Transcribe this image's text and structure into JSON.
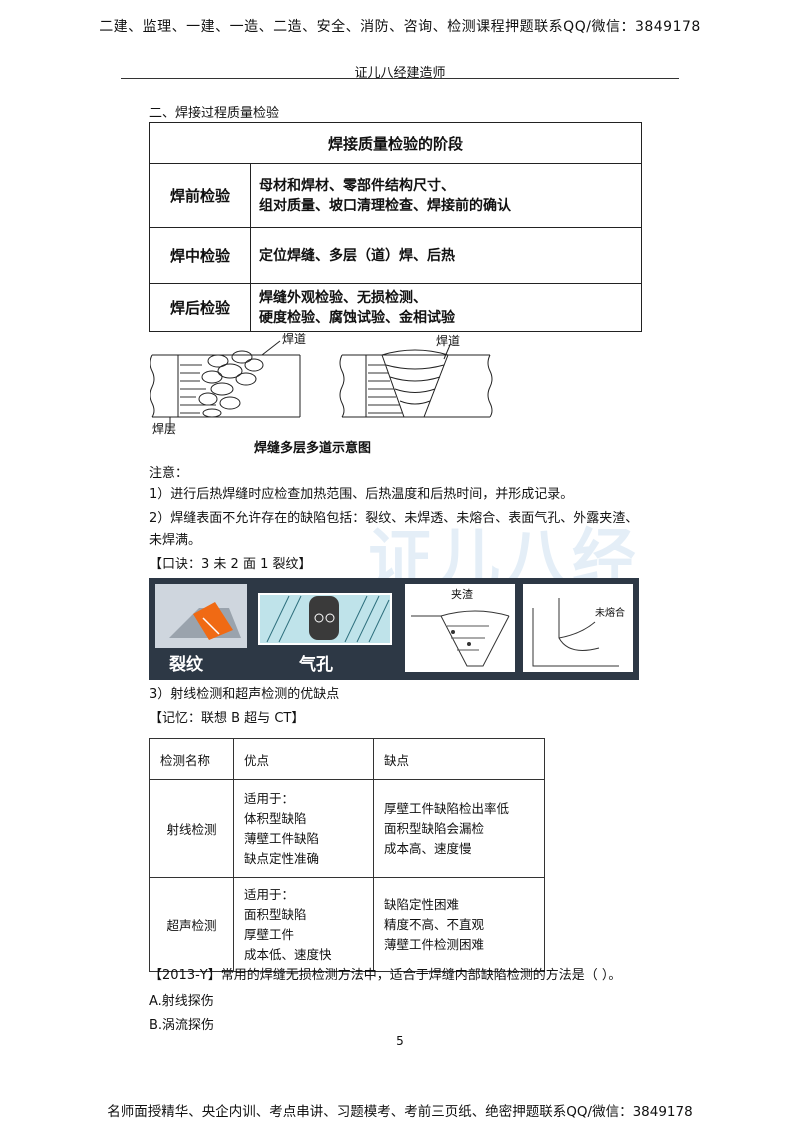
{
  "header": {
    "banner": "二建、监理、一建、一造、二造、安全、消防、咨询、检测课程押题联系QQ/微信：3849178",
    "site_title": "证儿八经建造师"
  },
  "section": {
    "heading": "二、焊接过程质量检验"
  },
  "stage_table": {
    "title": "焊接质量检验的阶段",
    "rows": [
      {
        "stage": "焊前检验",
        "lines": [
          "母材和焊材、零部件结构尺寸、",
          "组对质量、坡口清理检查、焊接前的确认"
        ]
      },
      {
        "stage": "焊中检验",
        "lines": [
          "定位焊缝、多层（道）焊、后热"
        ]
      },
      {
        "stage": "焊后检验",
        "lines": [
          "焊缝外观检验、无损检测、",
          "硬度检验、腐蚀试验、金相试验"
        ]
      }
    ]
  },
  "diagram": {
    "label_bead": "焊道",
    "label_layer": "焊层",
    "caption": "焊缝多层多道示意图"
  },
  "notes": {
    "heading": "注意：",
    "item1": "1）进行后热焊缝时应检查加热范围、后热温度和后热时间，并形成记录。",
    "item2_line1": "2）焊缝表面不允许存在的缺陷包括：裂纹、未焊透、未熔合、表面气孔、外露夹渣、",
    "item2_line2": "未焊满。",
    "mnemonic": "【口诀：3 未 2 面 1 裂纹】"
  },
  "defect_photos": {
    "crack": "裂纹",
    "porosity": "气孔",
    "slag": "夹渣",
    "lack_fusion": "未熔合"
  },
  "ndt": {
    "heading": "3）射线检测和超声检测的优缺点",
    "memory": "【记忆：联想 B 超与 CT】",
    "headers": [
      "检测名称",
      "优点",
      "缺点"
    ],
    "rows": [
      {
        "name": "射线检测",
        "pros": [
          "适用于：",
          "体积型缺陷",
          "薄壁工件缺陷",
          "缺点定性准确"
        ],
        "cons": [
          "厚壁工件缺陷检出率低",
          "面积型缺陷会漏检",
          "成本高、速度慢"
        ]
      },
      {
        "name": "超声检测",
        "pros": [
          "适用于：",
          "面积型缺陷",
          "厚壁工件",
          "成本低、速度快"
        ],
        "cons": [
          "缺陷定性困难",
          "精度不高、不直观",
          "薄壁工件检测困难"
        ]
      }
    ]
  },
  "exam": {
    "tag": "【2013-Y】",
    "question": "常用的焊缝无损检测方法中，适合于焊缝内部缺陷检测的方法是（ ）。",
    "option_a": "A.射线探伤",
    "option_b": "B.涡流探伤"
  },
  "page_number": "5",
  "footer": {
    "banner": "名师面授精华、央企内训、考点串讲、习题模考、考前三页纸、绝密押题联系QQ/微信：3849178"
  },
  "watermark": "证儿八经"
}
